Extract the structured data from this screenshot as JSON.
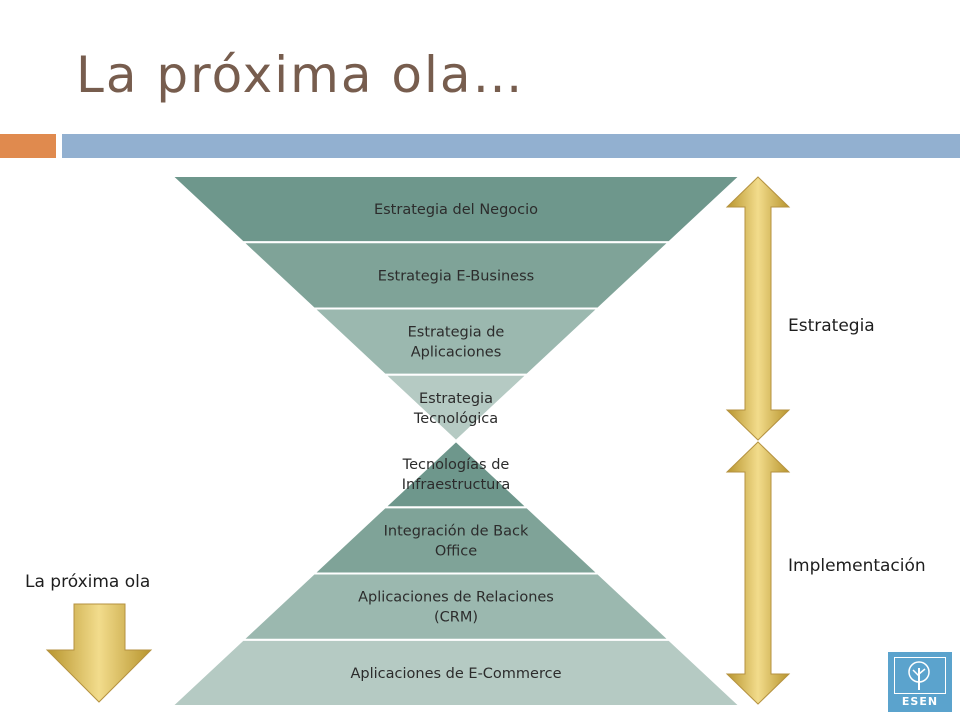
{
  "slide": {
    "title": "La próxima ola…"
  },
  "hourglass": {
    "top": [
      {
        "lines": [
          "Estrategia del Negocio"
        ],
        "color": "#6e978c"
      },
      {
        "lines": [
          "Estrategia E-Business"
        ],
        "color": "#7fa398"
      },
      {
        "lines": [
          "Estrategia de",
          "Aplicaciones"
        ],
        "color": "#9bb8af"
      },
      {
        "lines": [
          "Estrategia",
          "Tecnológica"
        ],
        "color": "#b5cac3"
      }
    ],
    "bottom": [
      {
        "lines": [
          "Tecnologías de",
          "Infraestructura"
        ],
        "color": "#6e978c"
      },
      {
        "lines": [
          "Integración de Back",
          "Office"
        ],
        "color": "#7fa398"
      },
      {
        "lines": [
          "Aplicaciones de Relaciones",
          "(CRM)"
        ],
        "color": "#9bb8af"
      },
      {
        "lines": [
          "Aplicaciones de E-Commerce"
        ],
        "color": "#b5cac3"
      }
    ]
  },
  "labels": {
    "strategy": "Estrategia",
    "implementation": "Implementación",
    "next_wave": "La próxima ola"
  },
  "logo": {
    "text": "ESEN"
  },
  "colors": {
    "arrow_gold": "#d8b85e",
    "title": "#775d4e",
    "accent_orange": "#e08a4e",
    "accent_blue": "#92b0d0"
  }
}
